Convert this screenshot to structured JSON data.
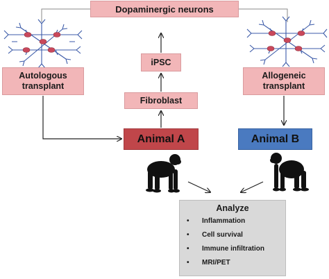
{
  "nodes": {
    "dopaminergic": "Dopaminergic neurons",
    "ipsc": "iPSC",
    "fibroblast": "Fibroblast",
    "autologous": [
      "Autologous",
      "transplant"
    ],
    "allogeneic": [
      "Allogeneic",
      "transplant"
    ],
    "animal_a": "Animal A",
    "animal_b": "Animal B"
  },
  "analyze": {
    "title": "Analyze",
    "items": [
      "Inflammation",
      "Cell survival",
      "Immune infiltration",
      "MRI/PET"
    ],
    "bullet": "•"
  },
  "colors": {
    "pink_box": "#f2b6b8",
    "animal_a": "#c0464a",
    "animal_b": "#4a7ac0",
    "analyze_bg": "#d9d9d9",
    "neuron_body": "#c9485b",
    "neuron_line": "#3b5aa8",
    "silhouette": "#111111"
  },
  "icons": {
    "neuron_cluster_left": "neuron-cluster-icon",
    "neuron_cluster_right": "neuron-cluster-icon",
    "monkey_left": "primate-icon",
    "monkey_right": "primate-icon"
  }
}
